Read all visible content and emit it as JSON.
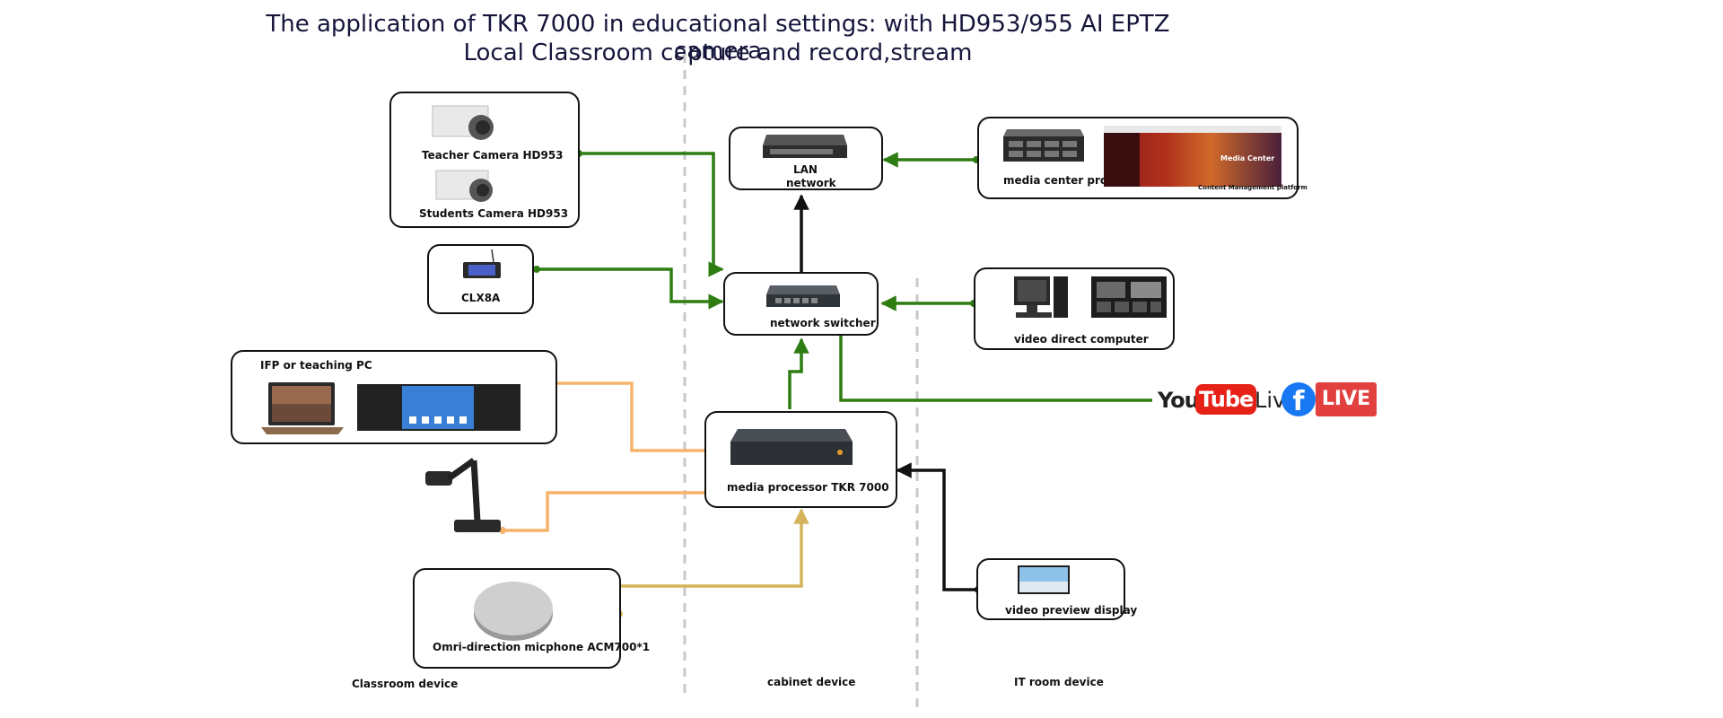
{
  "title": {
    "line1": "The application of TKR 7000 in educational settings: with HD953/955 AI EPTZ camera",
    "line2": "Local Classroom capture and record,stream"
  },
  "regions": {
    "classroom": "Classroom device",
    "cabinet": "cabinet device",
    "itroom": "IT room device"
  },
  "nodes": {
    "teacher_camera": "Teacher Camera HD953",
    "students_camera": "Students Camera HD953",
    "clx8a": "CLX8A",
    "ifp": "IFP or teaching PC",
    "microphone": "Omri-direction micphone ACM700*1",
    "lan_line1": "LAN",
    "lan_line2": "network",
    "network_switcher": "network switcher",
    "media_processor": "media processor TKR 7000",
    "media_center": "media center pro",
    "cms_banner": "Media Center",
    "cms_caption": "Content Management platform",
    "video_direct": "video direct computer",
    "preview_display": "video preview display"
  },
  "stream": {
    "youtube_you": "You",
    "youtube_tube": "Tube",
    "youtube_live": "Live",
    "facebook_f": "f",
    "facebook_live": "LIVE"
  },
  "colors": {
    "green": "#2e7d12",
    "orange": "#f5b36b",
    "gold": "#d4b45a",
    "black": "#111111",
    "youtube_red": "#e62117",
    "facebook_blue": "#1877f2"
  }
}
